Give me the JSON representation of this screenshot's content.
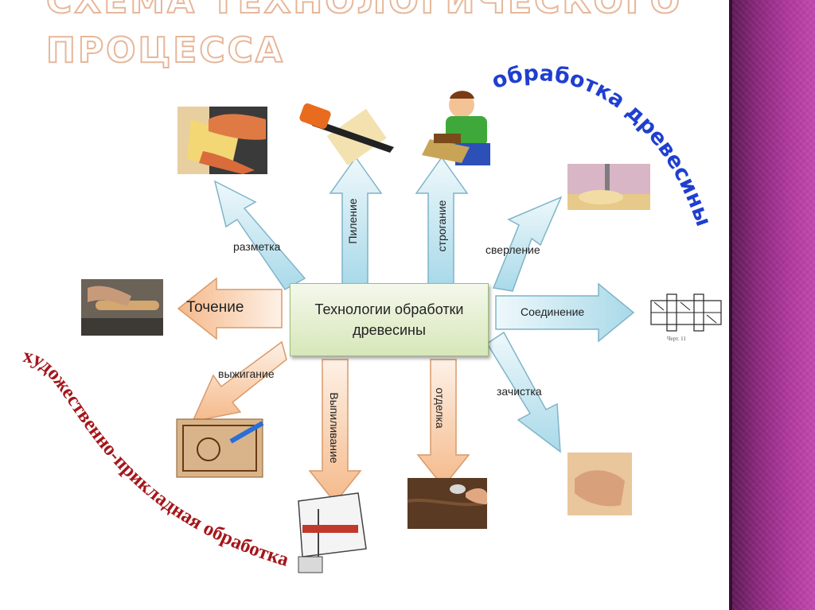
{
  "slide": {
    "title_line1": "СХЕМА ТЕХНОЛОГИЧЕСКОГО",
    "title_line2": "ПРОЦЕССА",
    "center": "Технологии обработки древесины",
    "arc_woodworking": "обработка древесины",
    "arc_artistic": "художественно-прикладная обработка",
    "operations": {
      "marking": "разметка",
      "sawing": "Пиление",
      "planing": "строгание",
      "drilling": "сверление",
      "turning": "Точение",
      "joining": "Соединение",
      "burning": "выжигание",
      "fretsawing": "Выпиливание",
      "finishing": "отделка",
      "sanding": "зачистка"
    },
    "drawing_caption": "Черт. 11"
  },
  "colors": {
    "blue_arrow": "#bfe3ef",
    "orange_arrow": "#f7c9a2",
    "arc_blue": "#1f3fd0",
    "arc_red": "#a4161a",
    "sidebar": "#9b2f8c"
  }
}
